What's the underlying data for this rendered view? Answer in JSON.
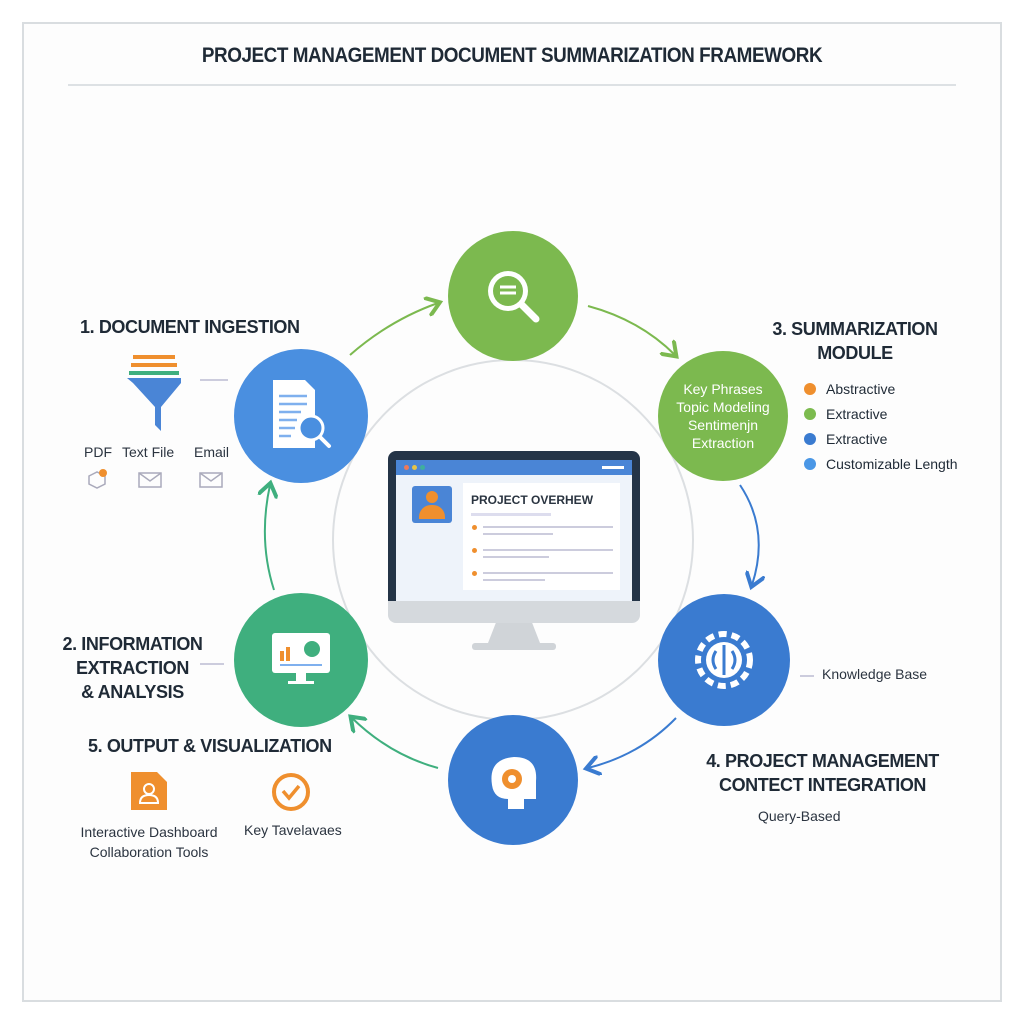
{
  "title": "PROJECT MANAGEMENT DOCUMENT SUMMARIZATION FRAMEWORK",
  "sections": {
    "ingestion": {
      "heading": "1. DOCUMENT INGESTION",
      "sources": [
        "PDF",
        "Text File",
        "Email"
      ]
    },
    "extraction": {
      "heading_lines": [
        "2. INFORMATION",
        "EXTRACTION",
        "& ANALYSIS"
      ]
    },
    "summarization": {
      "heading_lines": [
        "3. SUMMARIZATION",
        "MODULE"
      ],
      "circle_lines": [
        "Key Phrases",
        "Topic Modeling",
        "Sentimenjn",
        "Extraction"
      ],
      "legend": [
        {
          "label": "Abstractive",
          "color": "#ef8f2e"
        },
        {
          "label": "Extractive",
          "color": "#7cbb4f"
        },
        {
          "label": "Extractive",
          "color": "#3a7bd0"
        },
        {
          "label": "Customizable Length",
          "color": "#4a97e6"
        }
      ]
    },
    "integration": {
      "heading_lines": [
        "4. PROJECT MANAGEMENT",
        "CONTECT INTEGRATION"
      ],
      "sub": "Query-Based",
      "knowledge": "Knowledge Base"
    },
    "output": {
      "heading": "5. OUTPUT & VISUALIZATION",
      "items": [
        "Interactive Dashboard",
        "Collaboration Tools"
      ],
      "item2": "Key Tavelavaes"
    }
  },
  "monitor": {
    "panel_title": "PROJECT OVERHEW"
  },
  "colors": {
    "green": "#7cb94f",
    "blue": "#4a8fe0",
    "teal": "#3faf7e",
    "orange": "#ef8f2e"
  }
}
